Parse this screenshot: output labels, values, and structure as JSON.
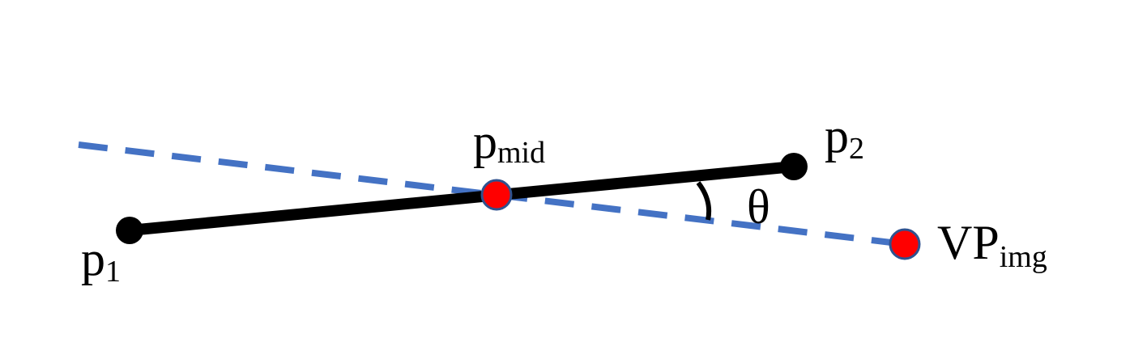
{
  "colors": {
    "background": "#ffffff",
    "segment": "#000000",
    "dashed_line": "#4472c4",
    "marker_fill": "#ff0000",
    "marker_stroke": "#2f528f"
  },
  "labels": {
    "p1": {
      "base": "p",
      "sub": "1"
    },
    "p2": {
      "base": "p",
      "sub": "2"
    },
    "pmid": {
      "base": "p",
      "sub": "mid"
    },
    "vp": {
      "base": "VP",
      "sub": "img"
    },
    "theta": "θ"
  }
}
